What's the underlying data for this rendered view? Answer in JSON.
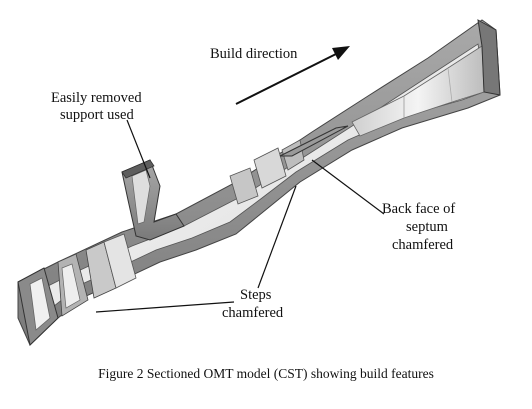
{
  "figure": {
    "caption": "Figure 2 Sectioned OMT model (CST) showing build features",
    "labels": {
      "build_direction": "Build direction",
      "support_line1": "Easily removed",
      "support_line2": "support used",
      "septum_line1": "Back face of",
      "septum_line2": "septum",
      "septum_line3": "chamfered",
      "steps_line1": "Steps",
      "steps_line2": "chamfered"
    },
    "colors": {
      "wall": "#8e8e8e",
      "wall_dark": "#6a6a6a",
      "interior": "#ededed",
      "interior_shade": "#d2d2d2",
      "ink": "#111111"
    }
  }
}
